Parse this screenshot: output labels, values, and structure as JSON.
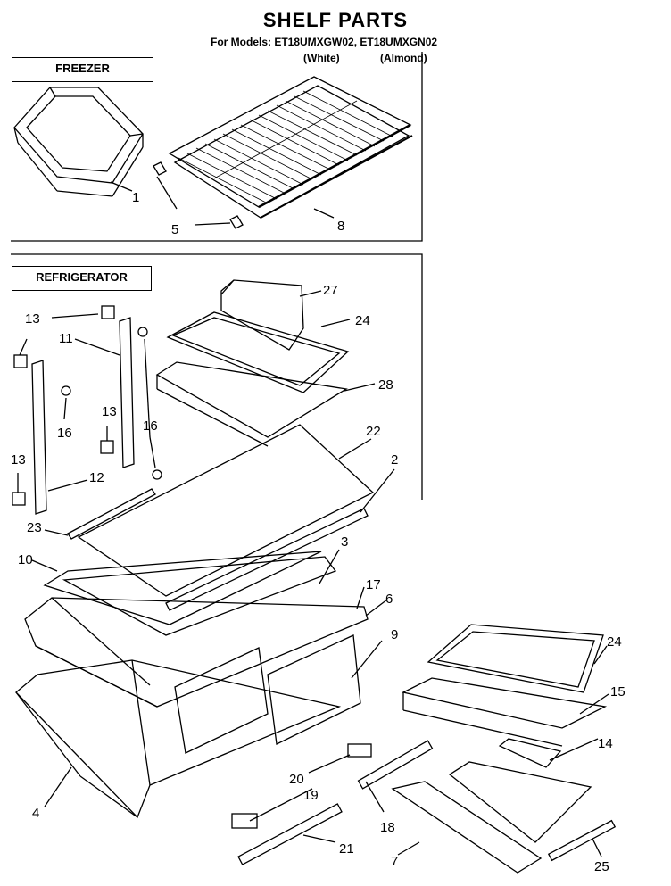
{
  "header": {
    "title": "SHELF PARTS",
    "models_line": "For Models: ET18UMXGW02, ET18UMXGN02",
    "variant_1": "(White)",
    "variant_2": "(Almond)"
  },
  "sections": {
    "freezer": "FREEZER",
    "refrigerator": "REFRIGERATOR"
  },
  "callouts": {
    "c1": "1",
    "c5": "5",
    "c8": "8",
    "c27": "27",
    "c24a": "24",
    "c28": "28",
    "c13a": "13",
    "c11": "11",
    "c16a": "16",
    "c13b": "13",
    "c16b": "16",
    "c13c": "13",
    "c12": "12",
    "c22": "22",
    "c2": "2",
    "c23": "23",
    "c3": "3",
    "c10": "10",
    "c17": "17",
    "c6": "6",
    "c9": "9",
    "c24b": "24",
    "c15": "15",
    "c14": "14",
    "c4": "4",
    "c20": "20",
    "c19": "19",
    "c18": "18",
    "c21": "21",
    "c7": "7",
    "c25": "25"
  }
}
